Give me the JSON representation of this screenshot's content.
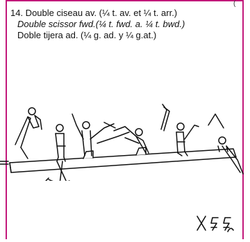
{
  "element": {
    "title": "14. Double ciseau av. (¼ t. av. et ¼ t. arr.)",
    "english": "Double scissor fwd.(¼ t. fwd. a. ¼ t. bwd.)",
    "spanish": "Doble tijera ad. (¼ g. ad. y ¼ g.at.)"
  },
  "edge_mark": "(",
  "colors": {
    "border": "#c2187a",
    "ink": "#111111"
  },
  "icons": {
    "sequence": "gymnast-pommel-horse-sequence",
    "notation": "skill-notation-symbol"
  }
}
